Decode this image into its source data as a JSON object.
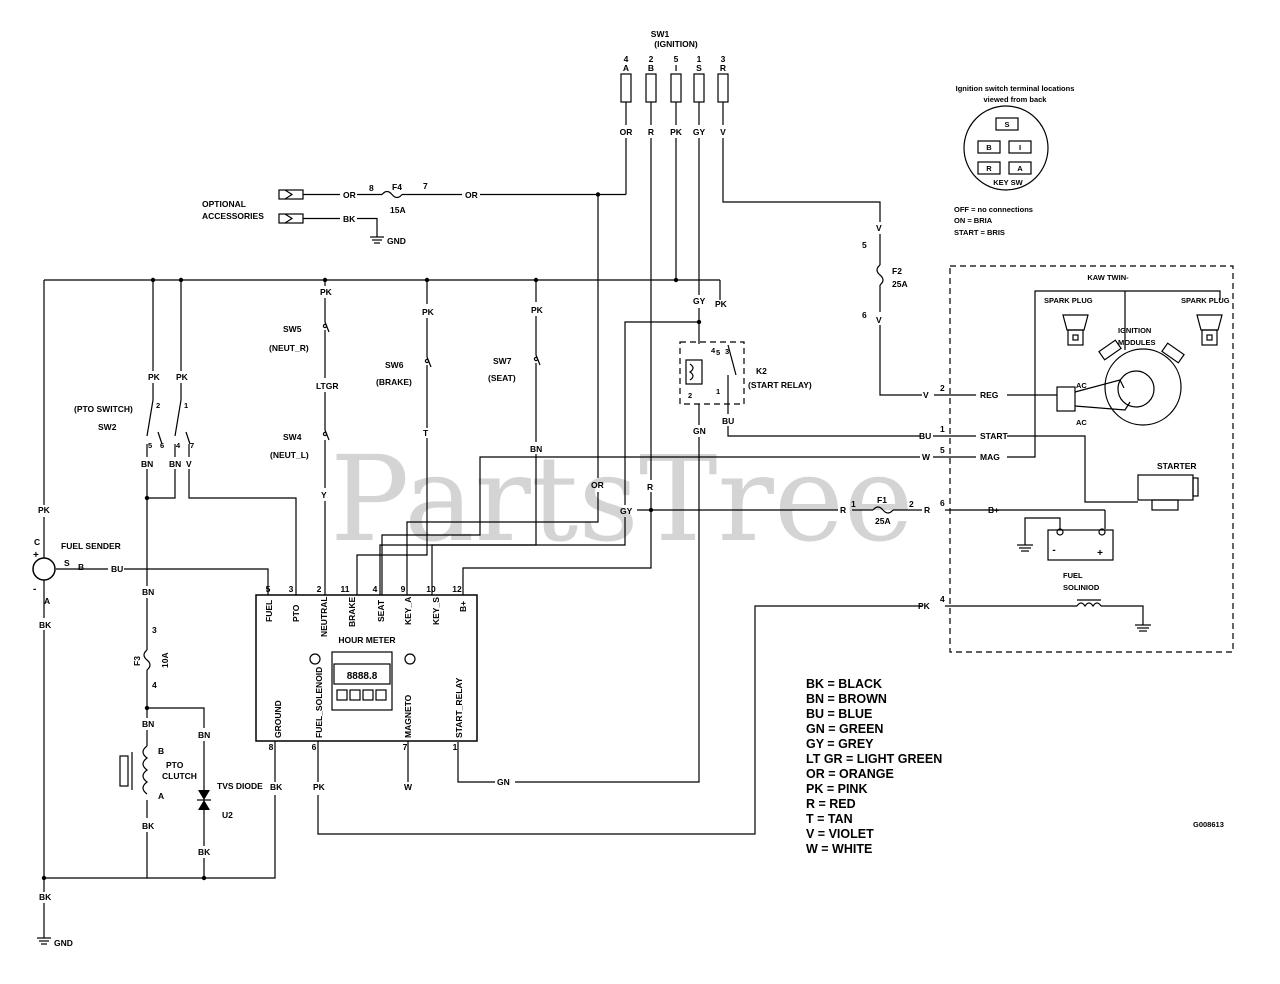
{
  "ignition_switch": {
    "title": "SW1",
    "subtitle": "(IGNITION)",
    "pins": [
      {
        "num": "4",
        "letter": "A",
        "wire": "OR"
      },
      {
        "num": "2",
        "letter": "B",
        "wire": "R"
      },
      {
        "num": "5",
        "letter": "I",
        "wire": "PK"
      },
      {
        "num": "1",
        "letter": "S",
        "wire": "GY"
      },
      {
        "num": "3",
        "letter": "R",
        "wire": "V"
      }
    ]
  },
  "key_switch_inset": {
    "title_line1": "Ignition switch terminal locations",
    "title_line2": "viewed from back",
    "terminals": [
      "S",
      "B",
      "I",
      "R",
      "A"
    ],
    "label": "KEY SW",
    "states": [
      "OFF = no connections",
      "ON = BRIA",
      "START = BRIS"
    ]
  },
  "accessories": {
    "label_line1": "OPTIONAL",
    "label_line2": "ACCESSORIES",
    "wire_or": "OR",
    "wire_bk": "BK",
    "gnd": "GND",
    "fuse": {
      "name": "F4",
      "rating": "15A",
      "pin_in": "8",
      "pin_out": "7",
      "wire_out": "OR"
    }
  },
  "fuse_f2": {
    "name": "F2",
    "rating": "25A",
    "pin_top": "5",
    "pin_bottom": "6",
    "wire": "V"
  },
  "fuse_f1": {
    "name": "F1",
    "rating": "25A",
    "pin_left": "1",
    "pin_right": "2",
    "wire": "R"
  },
  "fuse_f3": {
    "name": "F3",
    "rating": "10A",
    "pin_top": "3",
    "pin_bottom": "4"
  },
  "engine": {
    "title": "KAW TWIN-",
    "spark_plug_left": "SPARK PLUG",
    "spark_plug_right": "SPARK PLUG",
    "ignition_modules_1": "IGNITION",
    "ignition_modules_2": "MODULES",
    "ac1": "AC",
    "ac2": "AC",
    "starter": "STARTER",
    "fuel_solenoid_1": "FUEL",
    "fuel_solenoid_2": "SOLINIOD",
    "terminals": [
      {
        "num": "2",
        "wire": "V",
        "name": "REG"
      },
      {
        "num": "1",
        "wire": "BU",
        "name": "START"
      },
      {
        "num": "5",
        "wire": "W",
        "name": "MAG"
      },
      {
        "num": "6",
        "wire": "R",
        "name": "B+"
      },
      {
        "num": "4",
        "wire": "PK",
        "name": ""
      }
    ]
  },
  "relay": {
    "name": "K2",
    "label": "(START RELAY)",
    "pins": [
      "5",
      "4",
      "3",
      "2",
      "1"
    ],
    "wire_gy": "GY",
    "wire_pk": "PK",
    "wire_gn": "GN",
    "wire_bu": "BU"
  },
  "switches": {
    "sw5": {
      "name": "SW5",
      "label": "(NEUT_R)",
      "wire_top": "PK",
      "wire_mid": "LTGR"
    },
    "sw4": {
      "name": "SW4",
      "label": "(NEUT_L)",
      "wire_bottom": "Y"
    },
    "sw6": {
      "name": "SW6",
      "label": "(BRAKE)",
      "wire_top": "PK",
      "wire_bottom": "T"
    },
    "sw7": {
      "name": "SW7",
      "label": "(SEAT)",
      "wire_top": "PK",
      "wire_bottom": "BN"
    },
    "pto": {
      "name": "SW2",
      "label": "(PTO SWITCH)",
      "wire_pk1": "PK",
      "wire_pk2": "PK",
      "pins": [
        "2",
        "1",
        "5",
        "6",
        "4",
        "7"
      ],
      "wires": [
        "BN",
        "BN",
        "V"
      ]
    }
  },
  "fuel_sender": {
    "label": "FUEL SENDER",
    "c": "C",
    "plus": "+",
    "minus": "-",
    "s": "S",
    "b": "B",
    "a": "A",
    "wire_bu": "BU",
    "wire_pk": "PK",
    "wire_bk": "BK"
  },
  "hour_meter": {
    "title": "HOUR METER",
    "top_pins": [
      {
        "num": "5",
        "name": "FUEL"
      },
      {
        "num": "3",
        "name": "PTO"
      },
      {
        "num": "2",
        "name": "NEUTRAL"
      },
      {
        "num": "11",
        "name": "BRAKE"
      },
      {
        "num": "4",
        "name": "SEAT"
      },
      {
        "num": "9",
        "name": "KEY_A"
      },
      {
        "num": "10",
        "name": "KEY_S"
      },
      {
        "num": "12",
        "name": "B+"
      }
    ],
    "bottom_pins": [
      {
        "num": "8",
        "name": "GROUND"
      },
      {
        "num": "6",
        "name": "FUEL_SOLENOID"
      },
      {
        "num": "7",
        "name": "MAGNETO"
      },
      {
        "num": "1",
        "name": "START_RELAY"
      }
    ],
    "display": "8888.8"
  },
  "pto_clutch": {
    "label_1": "PTO",
    "label_2": "CLUTCH",
    "b": "B",
    "a": "A",
    "wire_bn": "BN",
    "wire_bk": "BK"
  },
  "tvs_diode": {
    "label": "TVS DIODE",
    "ref": "U2",
    "wire_bn": "BN",
    "wire_bk": "BK"
  },
  "misc_wires": {
    "or": "OR",
    "r": "R",
    "gy": "GY",
    "gn": "GN",
    "w": "W",
    "bk": "BK",
    "pk": "PK",
    "bn1": "BN",
    "bn2": "BN",
    "bn3": "BN",
    "gnd": "GND"
  },
  "legend": [
    "BK = BLACK",
    "BN = BROWN",
    "BU = BLUE",
    "GN = GREEN",
    "GY = GREY",
    "LT GR = LIGHT GREEN",
    "OR = ORANGE",
    "PK = PINK",
    "R = RED",
    "T = TAN",
    "V = VIOLET",
    "W = WHITE"
  ],
  "drawing_id": "G008613",
  "watermark": "PartsTree"
}
